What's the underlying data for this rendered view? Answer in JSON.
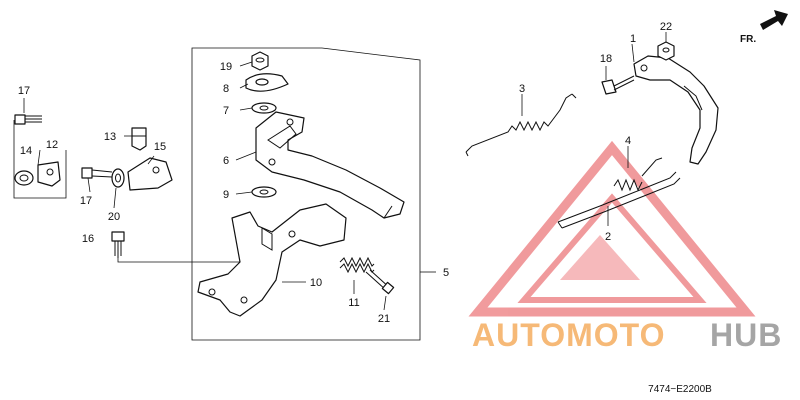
{
  "diagram": {
    "direction_label": "FR.",
    "diagram_code": "7474−E2200B",
    "callouts": {
      "c1": "1",
      "c2": "2",
      "c3": "3",
      "c4": "4",
      "c5": "5",
      "c6": "6",
      "c7": "7",
      "c8": "8",
      "c9": "9",
      "c10": "10",
      "c11": "11",
      "c12": "12",
      "c13": "13",
      "c14": "14",
      "c15": "15",
      "c16": "16",
      "c17a": "17",
      "c17b": "17",
      "c18": "18",
      "c19": "19",
      "c20": "20",
      "c21": "21",
      "c22": "22"
    }
  },
  "watermark": {
    "text_part1": "AUTOMOTO",
    "text_part2": "HUB",
    "color_part1": "#f4a24a",
    "color_part2": "#888888",
    "logo_color": "#e5484d"
  }
}
